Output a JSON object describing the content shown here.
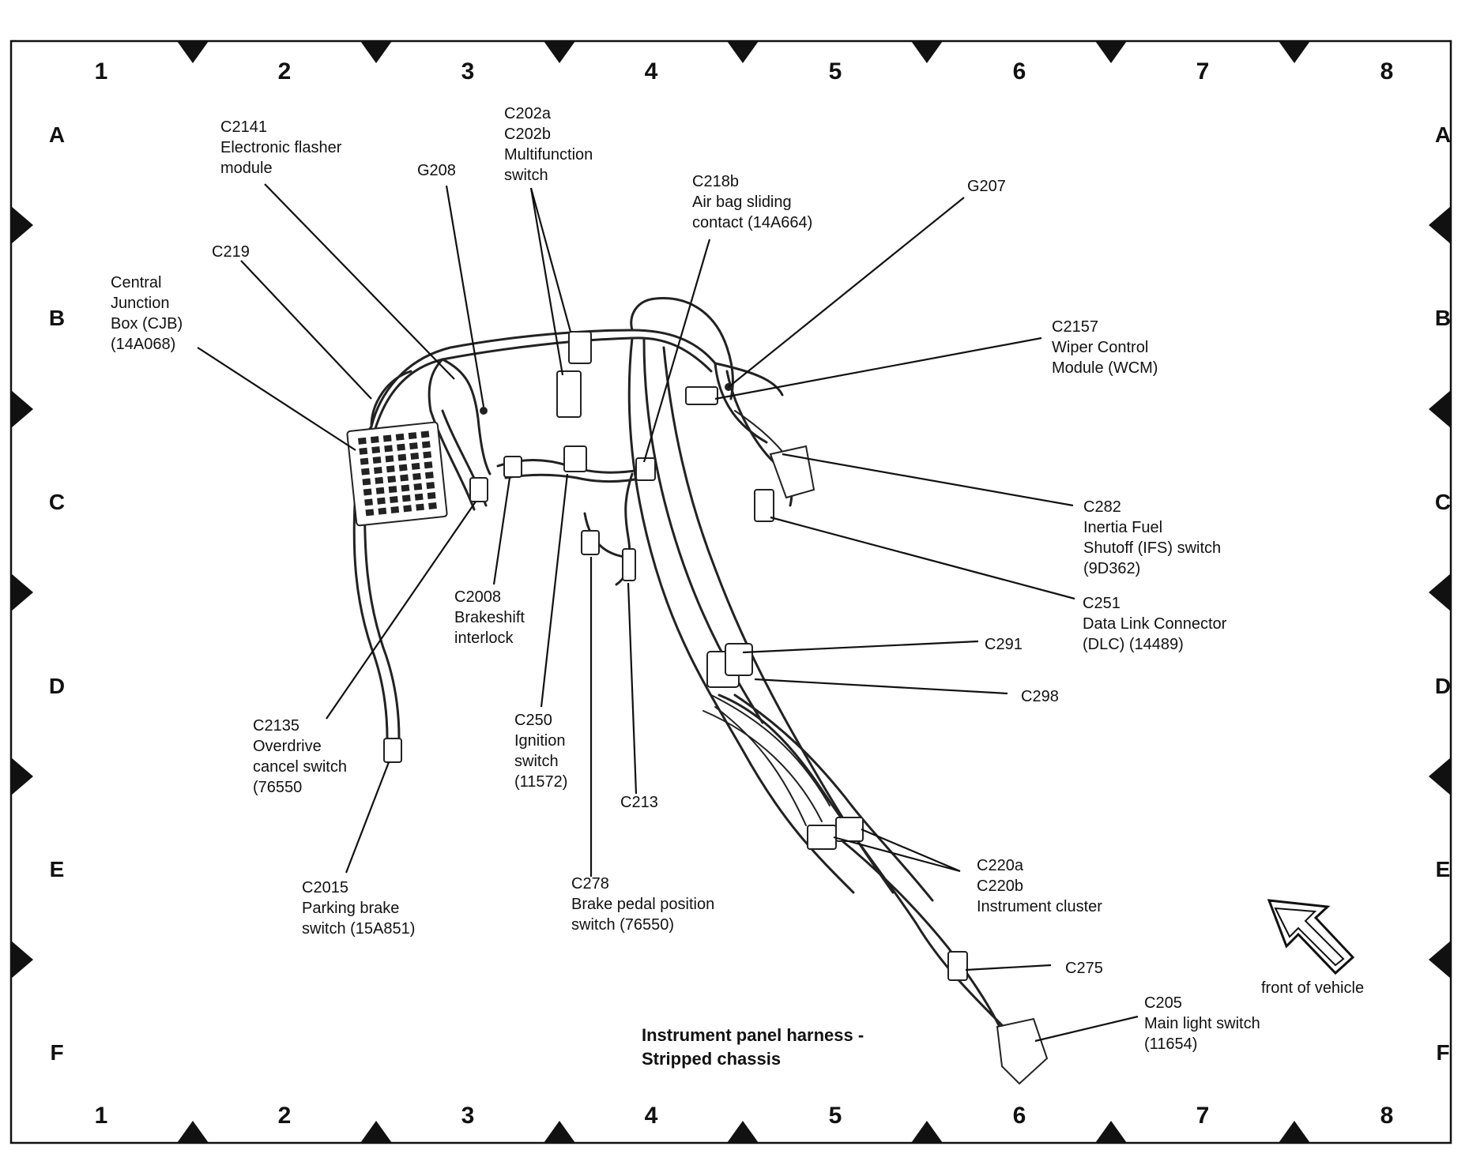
{
  "title": {
    "line1": "Instrument panel harness -",
    "line2": "Stripped chassis"
  },
  "grid": {
    "columns": [
      "1",
      "2",
      "3",
      "4",
      "5",
      "6",
      "7",
      "8"
    ],
    "rows": [
      "A",
      "B",
      "C",
      "D",
      "E",
      "F"
    ]
  },
  "labels": {
    "c2141": [
      "C2141",
      "Electronic flasher",
      "module"
    ],
    "g208": [
      "G208"
    ],
    "c202": [
      "C202a",
      "C202b",
      "Multifunction",
      "switch"
    ],
    "c218b": [
      "C218b",
      "Air bag sliding",
      "contact (14A664)"
    ],
    "g207": [
      "G207"
    ],
    "c219": [
      "C219"
    ],
    "cjb": [
      "Central",
      "Junction",
      "Box (CJB)",
      "(14A068)"
    ],
    "c2157": [
      "C2157",
      "Wiper Control",
      "Module (WCM)"
    ],
    "c282": [
      "C282",
      "Inertia Fuel",
      "Shutoff (IFS) switch",
      "(9D362)"
    ],
    "c251": [
      "C251",
      "Data Link Connector",
      "(DLC) (14489)"
    ],
    "c291": [
      "C291"
    ],
    "c298": [
      "C298"
    ],
    "c2008": [
      "C2008",
      "Brakeshift",
      "interlock"
    ],
    "c2135": [
      "C2135",
      "Overdrive",
      "cancel switch",
      "(76550"
    ],
    "c250": [
      "C250",
      "Ignition",
      "switch",
      "(11572)"
    ],
    "c213": [
      "C213"
    ],
    "c2015": [
      "C2015",
      "Parking brake",
      "switch (15A851)"
    ],
    "c278": [
      "C278",
      "Brake pedal position",
      "switch (76550)"
    ],
    "c220": [
      "C220a",
      "C220b",
      "Instrument cluster"
    ],
    "c275": [
      "C275"
    ],
    "c205": [
      "C205",
      "Main light switch",
      "(11654)"
    ],
    "front": [
      "front of vehicle"
    ]
  },
  "colors": {
    "ink": "#111111",
    "paper": "#ffffff"
  }
}
